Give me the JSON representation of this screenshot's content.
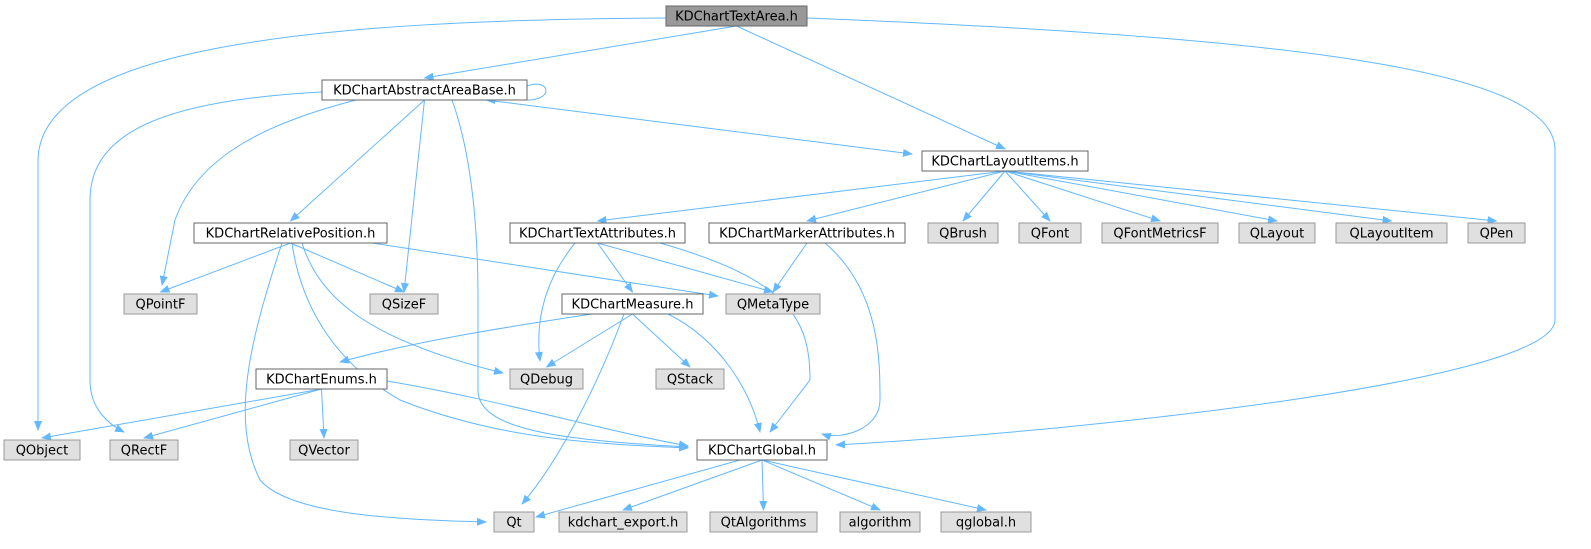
{
  "colors": {
    "edge": "#63b8ff",
    "focus_fill": "#999999",
    "focus_border": "#666666",
    "local_fill": "#ffffff",
    "local_border": "#666666",
    "external_fill": "#e0e0e0",
    "external_border": "#999999"
  },
  "nodes": [
    {
      "id": "textarea",
      "label": "KDChartTextArea.h",
      "kind": "focus"
    },
    {
      "id": "abstractarea",
      "label": "KDChartAbstractAreaBase.h",
      "kind": "local"
    },
    {
      "id": "layoutitems",
      "label": "KDChartLayoutItems.h",
      "kind": "local"
    },
    {
      "id": "relpos",
      "label": "KDChartRelativePosition.h",
      "kind": "local"
    },
    {
      "id": "textattr",
      "label": "KDChartTextAttributes.h",
      "kind": "local"
    },
    {
      "id": "markerattr",
      "label": "KDChartMarkerAttributes.h",
      "kind": "local"
    },
    {
      "id": "measure",
      "label": "KDChartMeasure.h",
      "kind": "local"
    },
    {
      "id": "enums",
      "label": "KDChartEnums.h",
      "kind": "local"
    },
    {
      "id": "global",
      "label": "KDChartGlobal.h",
      "kind": "local"
    },
    {
      "id": "qbrush",
      "label": "QBrush",
      "kind": "external"
    },
    {
      "id": "qfont",
      "label": "QFont",
      "kind": "external"
    },
    {
      "id": "qfontmetricsf",
      "label": "QFontMetricsF",
      "kind": "external"
    },
    {
      "id": "qlayout",
      "label": "QLayout",
      "kind": "external"
    },
    {
      "id": "qlayoutitem",
      "label": "QLayoutItem",
      "kind": "external"
    },
    {
      "id": "qpen",
      "label": "QPen",
      "kind": "external"
    },
    {
      "id": "qpointf",
      "label": "QPointF",
      "kind": "external"
    },
    {
      "id": "qsizef",
      "label": "QSizeF",
      "kind": "external"
    },
    {
      "id": "qmetatype",
      "label": "QMetaType",
      "kind": "external"
    },
    {
      "id": "qdebug",
      "label": "QDebug",
      "kind": "external"
    },
    {
      "id": "qstack",
      "label": "QStack",
      "kind": "external"
    },
    {
      "id": "qobject",
      "label": "QObject",
      "kind": "external"
    },
    {
      "id": "qrectf",
      "label": "QRectF",
      "kind": "external"
    },
    {
      "id": "qvector",
      "label": "QVector",
      "kind": "external"
    },
    {
      "id": "qt",
      "label": "Qt",
      "kind": "external"
    },
    {
      "id": "kdchartexport",
      "label": "kdchart_export.h",
      "kind": "external"
    },
    {
      "id": "qtalgorithms",
      "label": "QtAlgorithms",
      "kind": "external"
    },
    {
      "id": "algorithm",
      "label": "algorithm",
      "kind": "external"
    },
    {
      "id": "qglobal",
      "label": "qglobal.h",
      "kind": "external"
    }
  ],
  "edges": [
    {
      "from": "textarea",
      "to": "qobject"
    },
    {
      "from": "textarea",
      "to": "abstractarea"
    },
    {
      "from": "textarea",
      "to": "layoutitems"
    },
    {
      "from": "textarea",
      "to": "global"
    },
    {
      "from": "abstractarea",
      "to": "abstractarea"
    },
    {
      "from": "abstractarea",
      "to": "layoutitems"
    },
    {
      "from": "abstractarea",
      "to": "qrectf"
    },
    {
      "from": "abstractarea",
      "to": "qpointf"
    },
    {
      "from": "abstractarea",
      "to": "relpos"
    },
    {
      "from": "abstractarea",
      "to": "qsizef"
    },
    {
      "from": "abstractarea",
      "to": "global"
    },
    {
      "from": "layoutitems",
      "to": "textattr"
    },
    {
      "from": "layoutitems",
      "to": "markerattr"
    },
    {
      "from": "layoutitems",
      "to": "qbrush"
    },
    {
      "from": "layoutitems",
      "to": "qfont"
    },
    {
      "from": "layoutitems",
      "to": "qfontmetricsf"
    },
    {
      "from": "layoutitems",
      "to": "qlayout"
    },
    {
      "from": "layoutitems",
      "to": "qlayoutitem"
    },
    {
      "from": "layoutitems",
      "to": "qpen"
    },
    {
      "from": "relpos",
      "to": "qpointf"
    },
    {
      "from": "relpos",
      "to": "qsizef"
    },
    {
      "from": "relpos",
      "to": "qmetatype"
    },
    {
      "from": "relpos",
      "to": "qdebug"
    },
    {
      "from": "relpos",
      "to": "global"
    },
    {
      "from": "relpos",
      "to": "qt"
    },
    {
      "from": "textattr",
      "to": "measure"
    },
    {
      "from": "textattr",
      "to": "qmetatype"
    },
    {
      "from": "textattr",
      "to": "qdebug"
    },
    {
      "from": "textattr",
      "to": "global"
    },
    {
      "from": "markerattr",
      "to": "qmetatype"
    },
    {
      "from": "markerattr",
      "to": "global"
    },
    {
      "from": "measure",
      "to": "enums"
    },
    {
      "from": "measure",
      "to": "qdebug"
    },
    {
      "from": "measure",
      "to": "qstack"
    },
    {
      "from": "measure",
      "to": "global"
    },
    {
      "from": "measure",
      "to": "qt"
    },
    {
      "from": "enums",
      "to": "qobject"
    },
    {
      "from": "enums",
      "to": "qrectf"
    },
    {
      "from": "enums",
      "to": "qvector"
    },
    {
      "from": "enums",
      "to": "global"
    },
    {
      "from": "global",
      "to": "qt"
    },
    {
      "from": "global",
      "to": "kdchartexport"
    },
    {
      "from": "global",
      "to": "qtalgorithms"
    },
    {
      "from": "global",
      "to": "algorithm"
    },
    {
      "from": "global",
      "to": "qglobal"
    }
  ]
}
